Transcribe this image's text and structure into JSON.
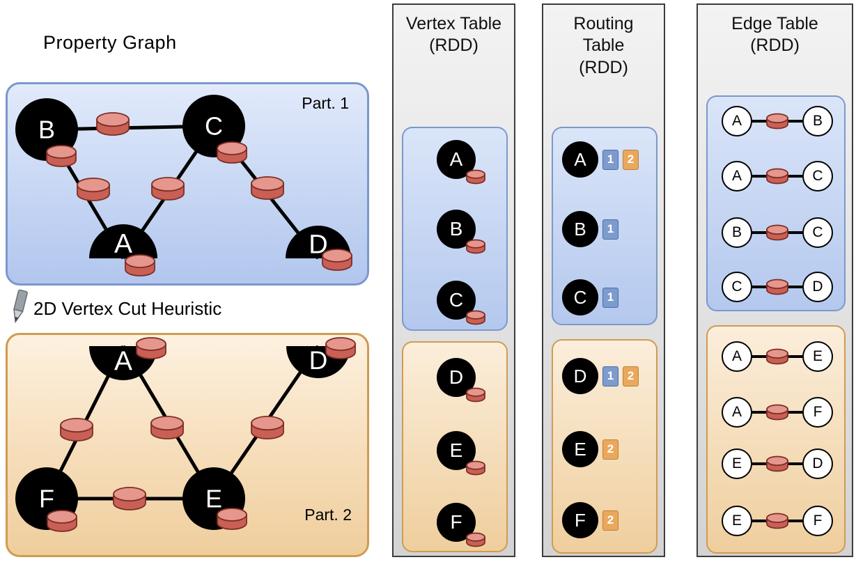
{
  "property_graph": {
    "title": "Property Graph",
    "cut_label": "2D Vertex Cut Heuristic",
    "partitions": [
      {
        "label": "Part. 1",
        "theme": "blue",
        "vertices": [
          {
            "id": "B",
            "shape": "full"
          },
          {
            "id": "C",
            "shape": "full"
          },
          {
            "id": "A",
            "shape": "half-top"
          },
          {
            "id": "D",
            "shape": "half-top"
          }
        ],
        "edges": [
          [
            "B",
            "C"
          ],
          [
            "B",
            "A"
          ],
          [
            "C",
            "A"
          ],
          [
            "C",
            "D"
          ]
        ]
      },
      {
        "label": "Part. 2",
        "theme": "orange",
        "vertices": [
          {
            "id": "A",
            "shape": "half-bottom"
          },
          {
            "id": "D",
            "shape": "half-bottom"
          },
          {
            "id": "F",
            "shape": "full"
          },
          {
            "id": "E",
            "shape": "full"
          }
        ],
        "edges": [
          [
            "A",
            "F"
          ],
          [
            "A",
            "E"
          ],
          [
            "D",
            "E"
          ],
          [
            "F",
            "E"
          ]
        ]
      }
    ]
  },
  "vertex_table": {
    "title": "Vertex Table",
    "subtitle": "(RDD)",
    "partitions": [
      {
        "theme": "blue",
        "vertices": [
          "A",
          "B",
          "C"
        ]
      },
      {
        "theme": "orange",
        "vertices": [
          "D",
          "E",
          "F"
        ]
      }
    ]
  },
  "routing_table": {
    "title": "Routing Table",
    "subtitle": "(RDD)",
    "partitions": [
      {
        "theme": "blue",
        "rows": [
          {
            "vertex": "A",
            "parts": [
              "1",
              "2"
            ]
          },
          {
            "vertex": "B",
            "parts": [
              "1"
            ]
          },
          {
            "vertex": "C",
            "parts": [
              "1"
            ]
          }
        ]
      },
      {
        "theme": "orange",
        "rows": [
          {
            "vertex": "D",
            "parts": [
              "1",
              "2"
            ]
          },
          {
            "vertex": "E",
            "parts": [
              "2"
            ]
          },
          {
            "vertex": "F",
            "parts": [
              "2"
            ]
          }
        ]
      }
    ]
  },
  "edge_table": {
    "title": "Edge Table",
    "subtitle": "(RDD)",
    "partitions": [
      {
        "theme": "blue",
        "edges": [
          [
            "A",
            "B"
          ],
          [
            "A",
            "C"
          ],
          [
            "B",
            "C"
          ],
          [
            "C",
            "D"
          ]
        ]
      },
      {
        "theme": "orange",
        "edges": [
          [
            "A",
            "E"
          ],
          [
            "A",
            "F"
          ],
          [
            "E",
            "D"
          ],
          [
            "E",
            "F"
          ]
        ]
      }
    ]
  },
  "colors": {
    "partition_blue_border": "#7b98cc",
    "partition_orange_border": "#cf9b52",
    "cylinder_body": "#c96055",
    "cylinder_top": "#e6978d",
    "cylinder_border": "#7e2d24",
    "badge_blue": "#7e9bce",
    "badge_blue_border": "#4a6da6",
    "badge_orange": "#eaa85c",
    "badge_orange_border": "#bf7f38",
    "vertex_fill": "#000000"
  }
}
